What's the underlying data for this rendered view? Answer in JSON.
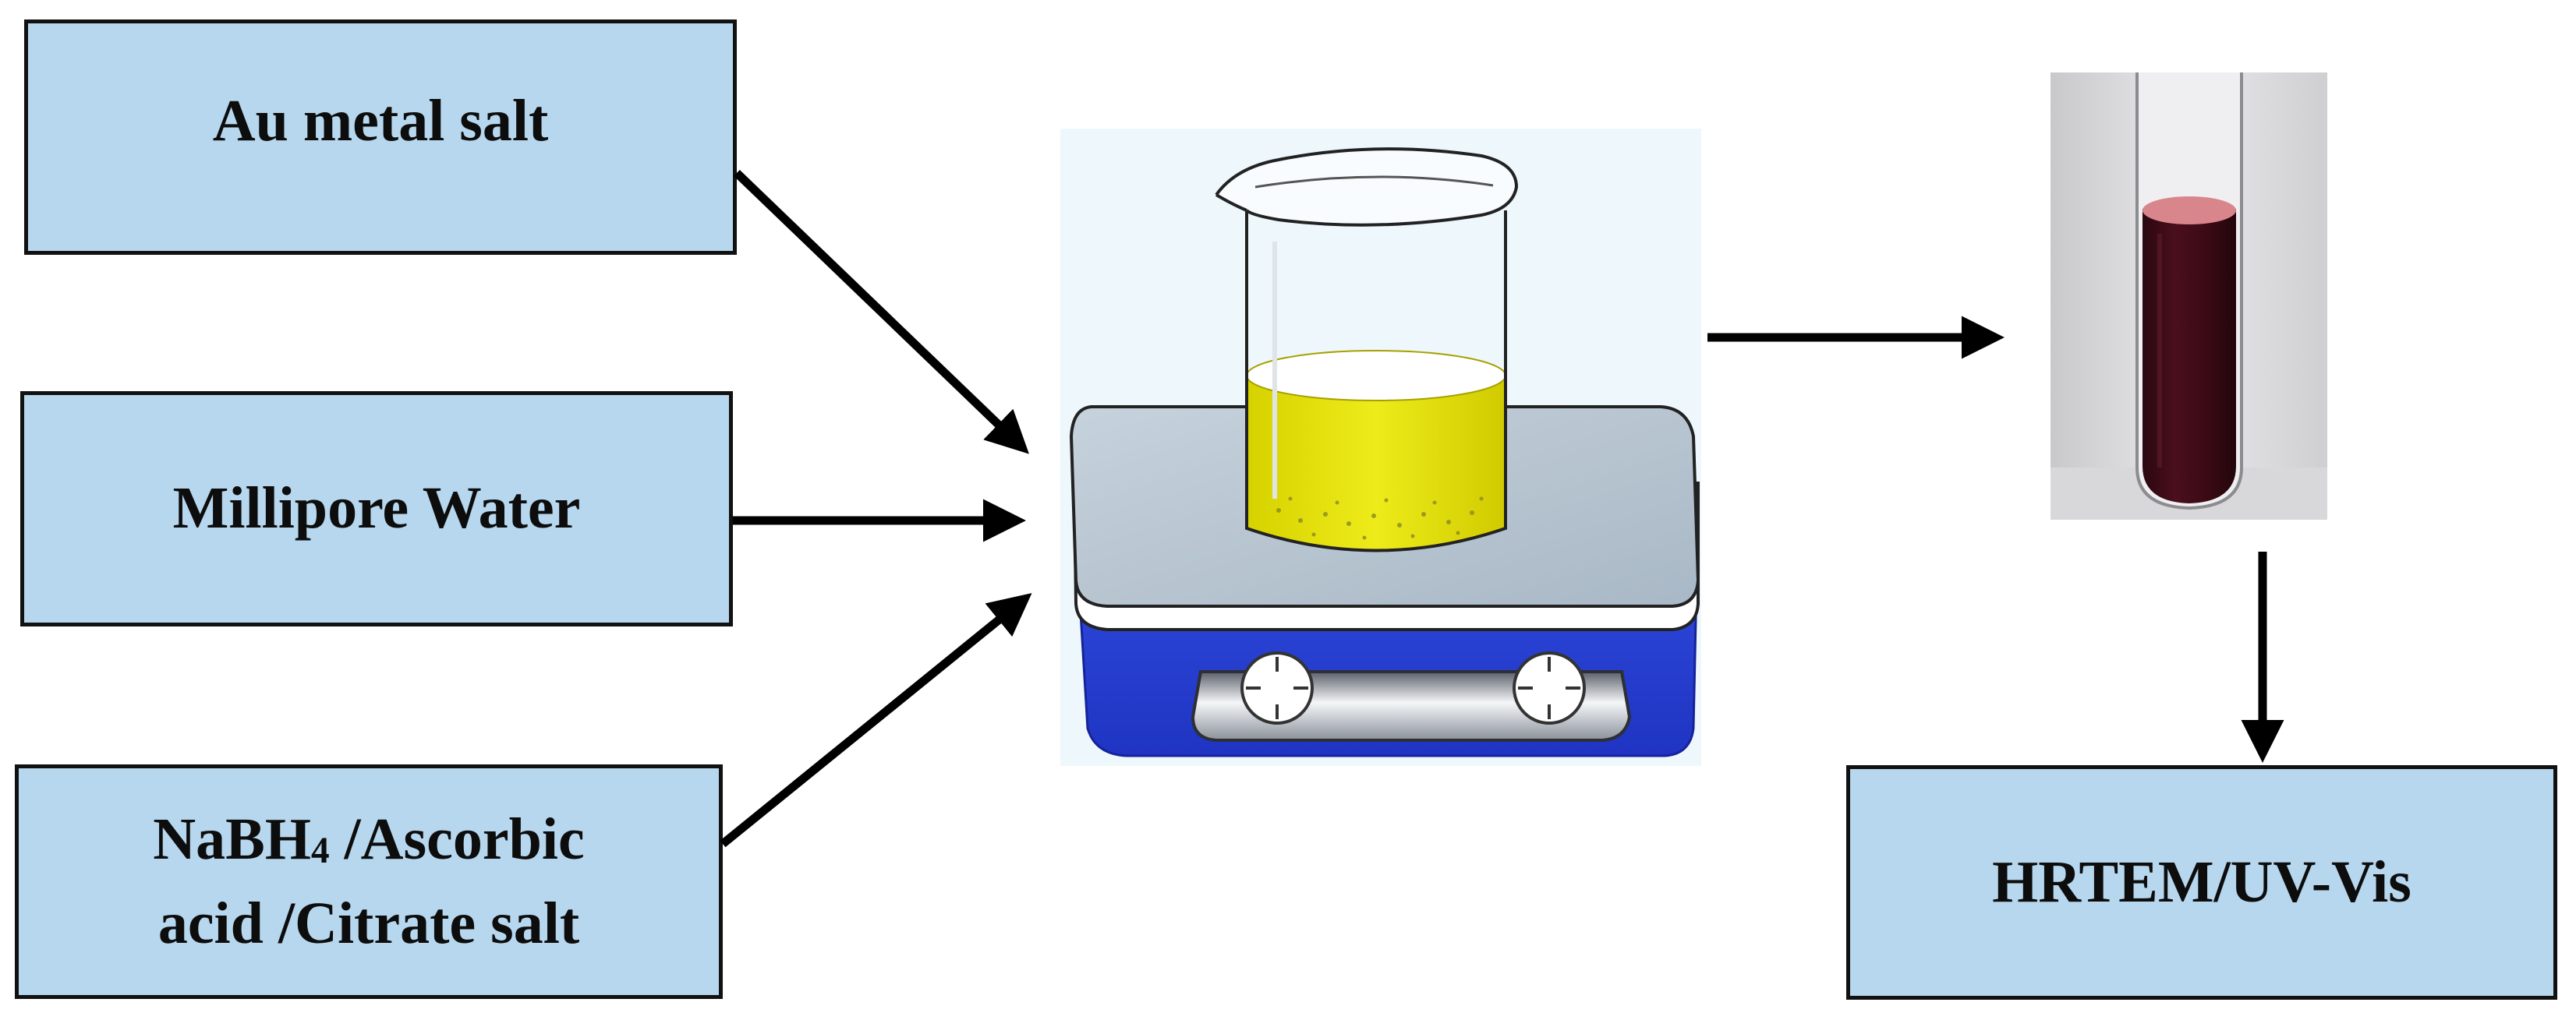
{
  "boxes": {
    "au_salt": "Au metal salt",
    "water": "Millipore Water",
    "reagent_line1_pre": "NaBH",
    "reagent_line1_sub": "4",
    "reagent_line1_post": " /Ascorbic",
    "reagent_line2": "acid /Citrate salt",
    "analysis": "HRTEM/UV-Vis"
  },
  "colors": {
    "box_fill": "#b6d7ee",
    "arrow": "#000000",
    "solution": "#e3e000",
    "hotplate_top": "#b9c7d3",
    "hotplate_base": "#2a45d8",
    "product_solution": "#3a0a12"
  },
  "icons": [
    "beaker-icon",
    "magnetic-stirrer-hotplate-icon",
    "test-tube-photo"
  ]
}
